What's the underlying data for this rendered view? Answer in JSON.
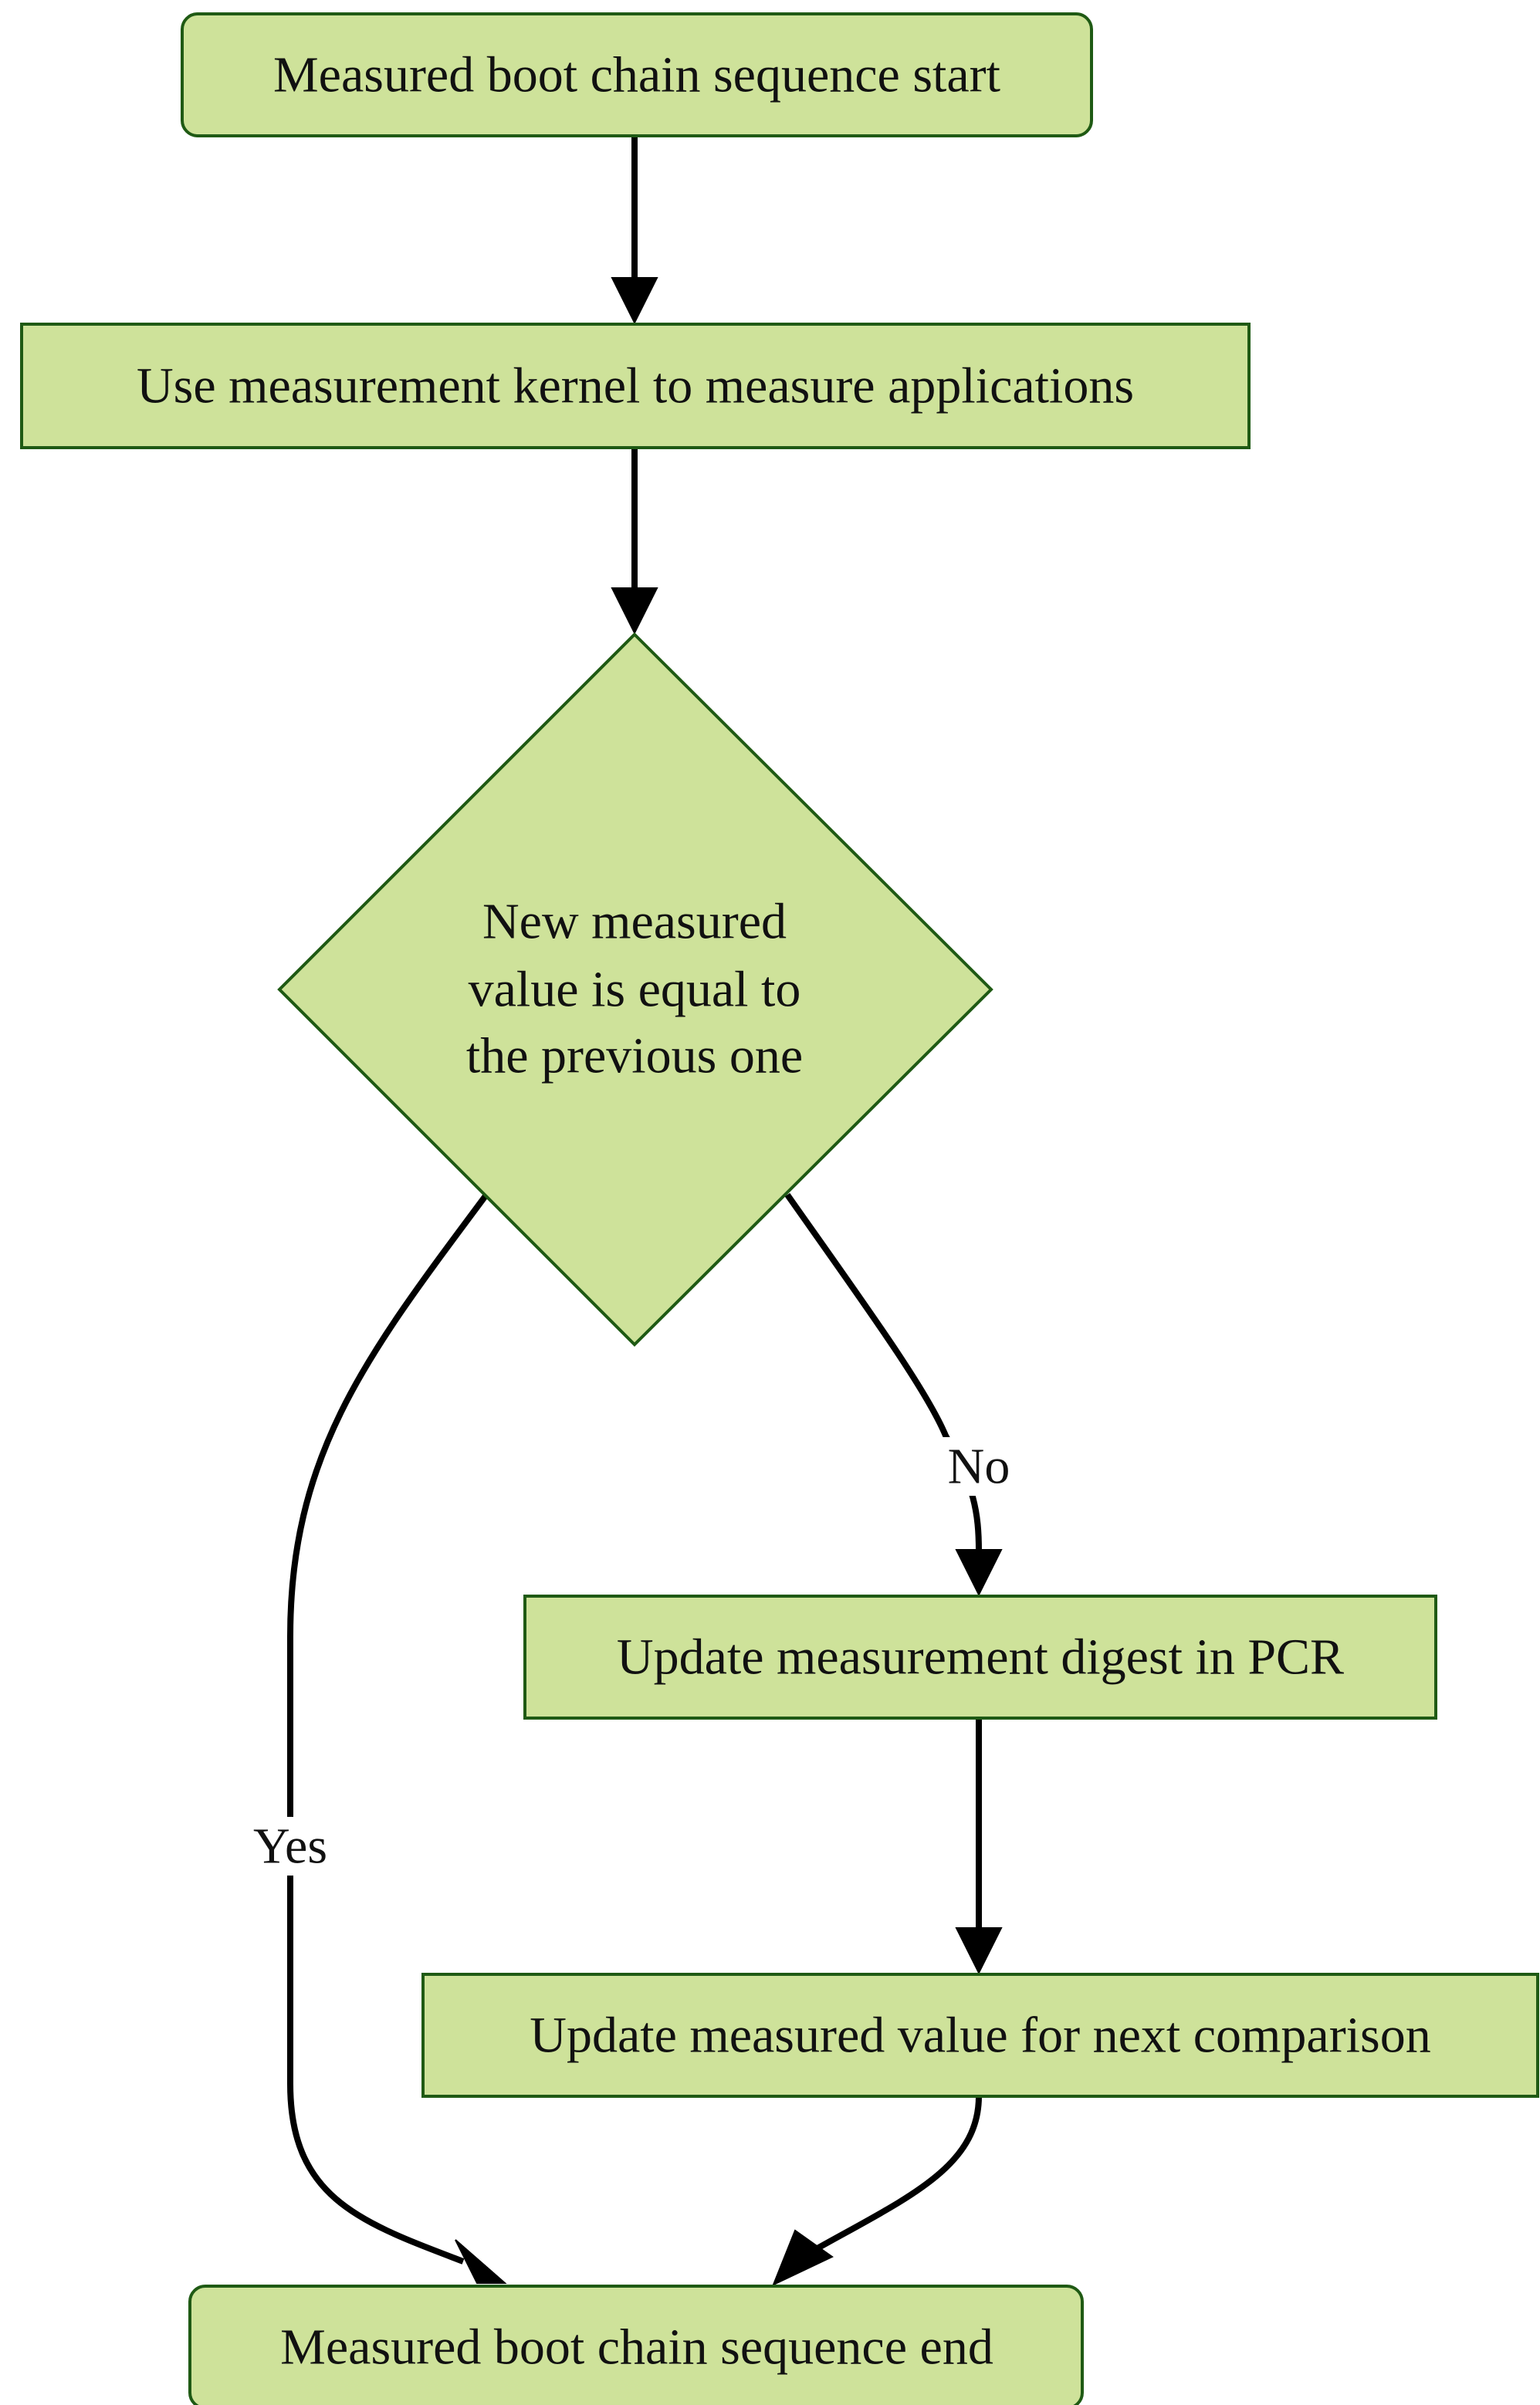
{
  "diagram": {
    "nodes": {
      "start": "Measured boot chain sequence start",
      "measure": "Use measurement kernel to measure applications",
      "decision_line1": "New measured",
      "decision_line2": "value is equal to",
      "decision_line3": "the previous one",
      "update_digest": "Update measurement digest in PCR",
      "update_value": "Update measured value for next comparison",
      "end": "Measured boot chain sequence end"
    },
    "edge_labels": {
      "yes": "Yes",
      "no": "No"
    },
    "colors": {
      "node_fill": "#cee29a",
      "node_stroke": "#1f5a14",
      "edge": "#000000"
    }
  }
}
